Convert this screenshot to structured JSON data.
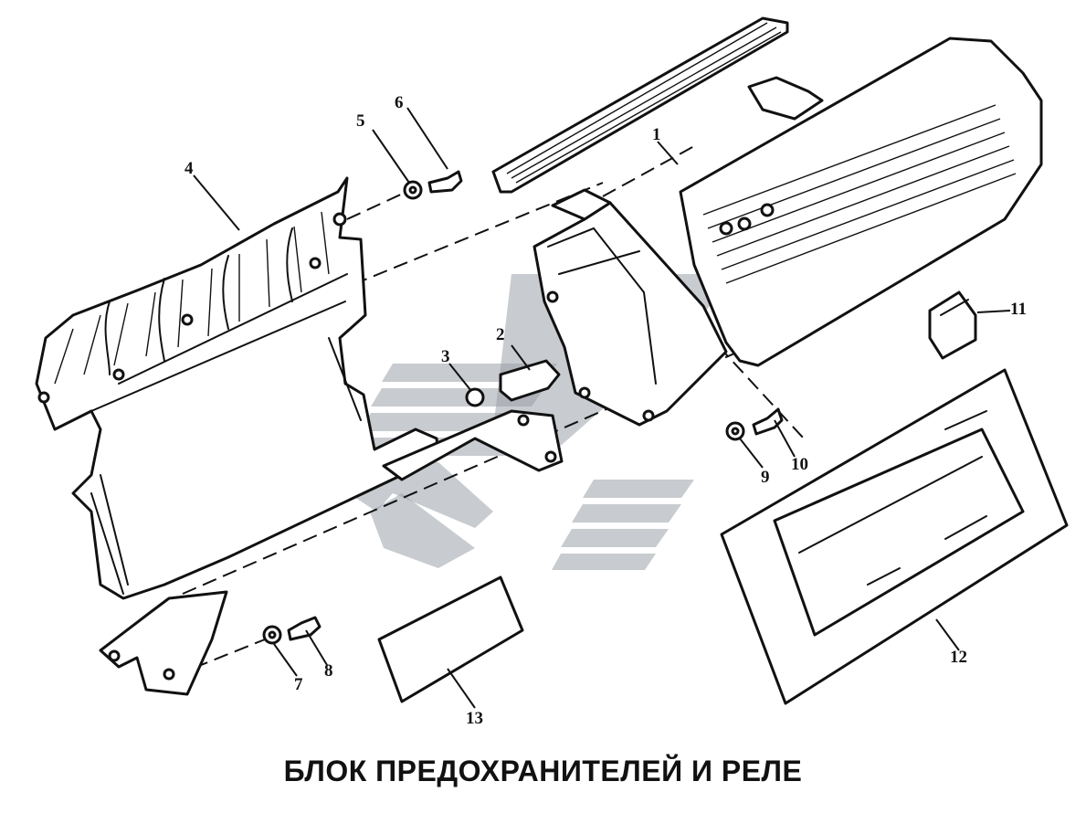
{
  "caption": "БЛОК ПРЕДОХРАНИТЕЛЕЙ И РЕЛЕ",
  "callouts": {
    "c1": "1",
    "c2": "2",
    "c3": "3",
    "c4": "4",
    "c5": "5",
    "c6": "6",
    "c7": "7",
    "c8": "8",
    "c9": "9",
    "c10": "10",
    "c11": "11",
    "c12": "12",
    "c13": "13"
  }
}
